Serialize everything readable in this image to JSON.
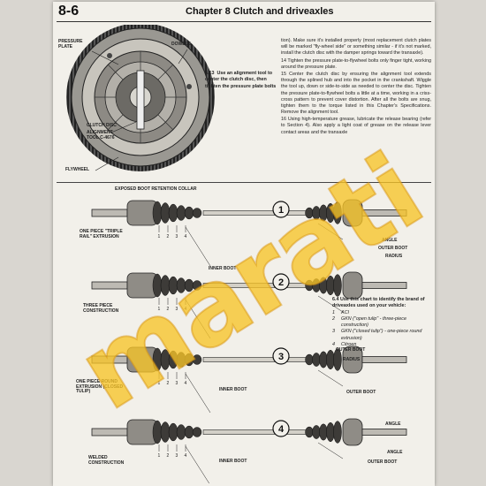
{
  "header": {
    "page_number": "8-6",
    "chapter_title": "Chapter 8  Clutch and driveaxles"
  },
  "top_figure": {
    "labels": {
      "pressure_plate": "PRESSURE PLATE",
      "dowels": "DOWELS",
      "clutch_disc": "CLUTCH DISC",
      "tool": "ALIGNMENT TOOL C-4676",
      "flywheel": "FLYWHEEL"
    },
    "caption_num": "5.13",
    "caption_text": "Use an alignment tool to center the clutch disc, then tighten the pressure plate bolts"
  },
  "column_text": [
    "tion). Make sure it's installed properly (most replacement clutch plates will be marked \"fly-wheel side\" or something similar - if it's not marked, install the clutch disc with the damper springs toward the transaxle).",
    "14  Tighten the pressure plate-to-flywheel bolts only finger tight, working around the pressure plate.",
    "15  Center the clutch disc by ensuring the alignment tool extends through the splined hub and into the pocket in the crankshaft. Wiggle the tool up, down or side-to-side as needed to center the disc. Tighten the pressure plate-to-flywheel bolts a little at a time, working in a criss-cross pattern to prevent cover distortion. After all the bolts are snug, tighten them to the torque listed in this Chapter's Specifications. Remove the alignment tool.",
    "16  Using high-temperature grease, lubricate the release bearing (refer to Section 4). Also apply a light coat of grease on the release lever contact areas and the transaxle"
  ],
  "shaft_figure": {
    "labels": {
      "retention_collar": "EXPOSED BOOT RETENTION COLLAR",
      "one_piece_triple": "ONE PIECE \"TRIPLE RAIL\" EXTRUSION",
      "three_piece": "THREE PIECE CONSTRUCTION",
      "one_piece_round": "ONE PIECE ROUND EXTRUSION (CLOSED TULIP)",
      "welded": "WELDED CONSTRUCTION",
      "inner_boot": "INNER BOOT",
      "outer_boot": "OUTER BOOT",
      "angle": "ANGLE",
      "radius": "RADIUS"
    },
    "markers": [
      "1",
      "2",
      "3",
      "4"
    ],
    "ticks": [
      "1",
      "2",
      "3",
      "4"
    ]
  },
  "legend": {
    "title": "6.4  Use this chart to identify the brand of driveaxles used on your vehicle:",
    "items": [
      {
        "n": "1",
        "t": "ACI"
      },
      {
        "n": "2",
        "t": "GKN (\"open tulip\" - three-piece construction)"
      },
      {
        "n": "3",
        "t": "GKN (\"closed tulip\") - one-piece round extrusion)"
      },
      {
        "n": "4",
        "t": "Citroen"
      }
    ]
  },
  "watermark": "marati"
}
